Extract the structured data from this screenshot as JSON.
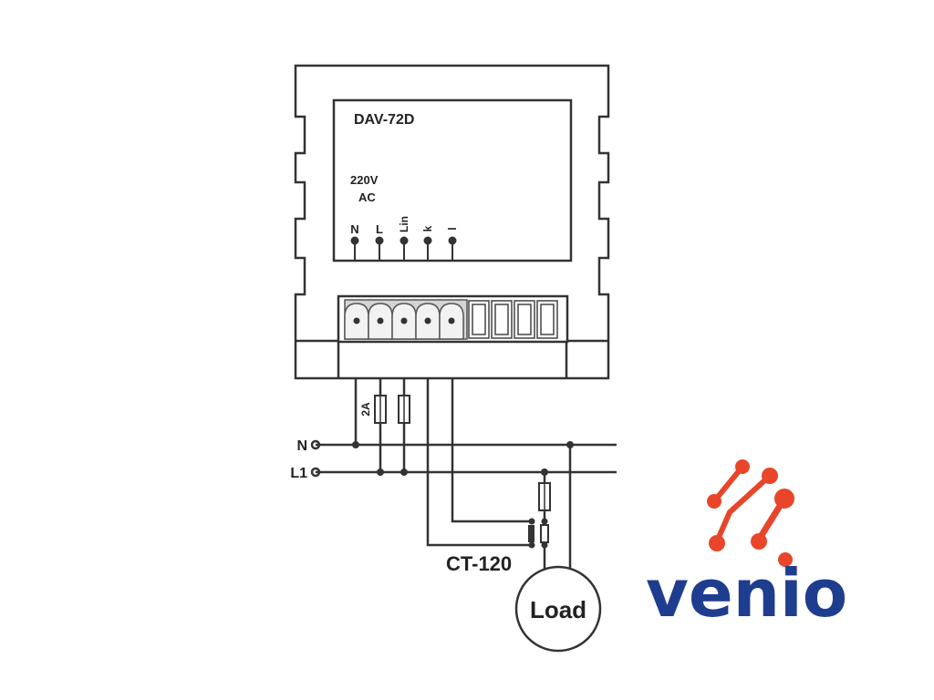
{
  "device": {
    "model": "DAV-72D",
    "supply_line1": "220V",
    "supply_line2": "AC",
    "terminals": [
      "N",
      "L",
      "Lin",
      "k",
      "l"
    ]
  },
  "wiring": {
    "fuse_rating": "2A",
    "line_n": "N",
    "line_l1": "L1",
    "ct_label": "CT-120",
    "load_label": "Load"
  },
  "logo": {
    "text": "venio",
    "text_color": "#1f3d8f",
    "mark_color": "#e8452a"
  }
}
